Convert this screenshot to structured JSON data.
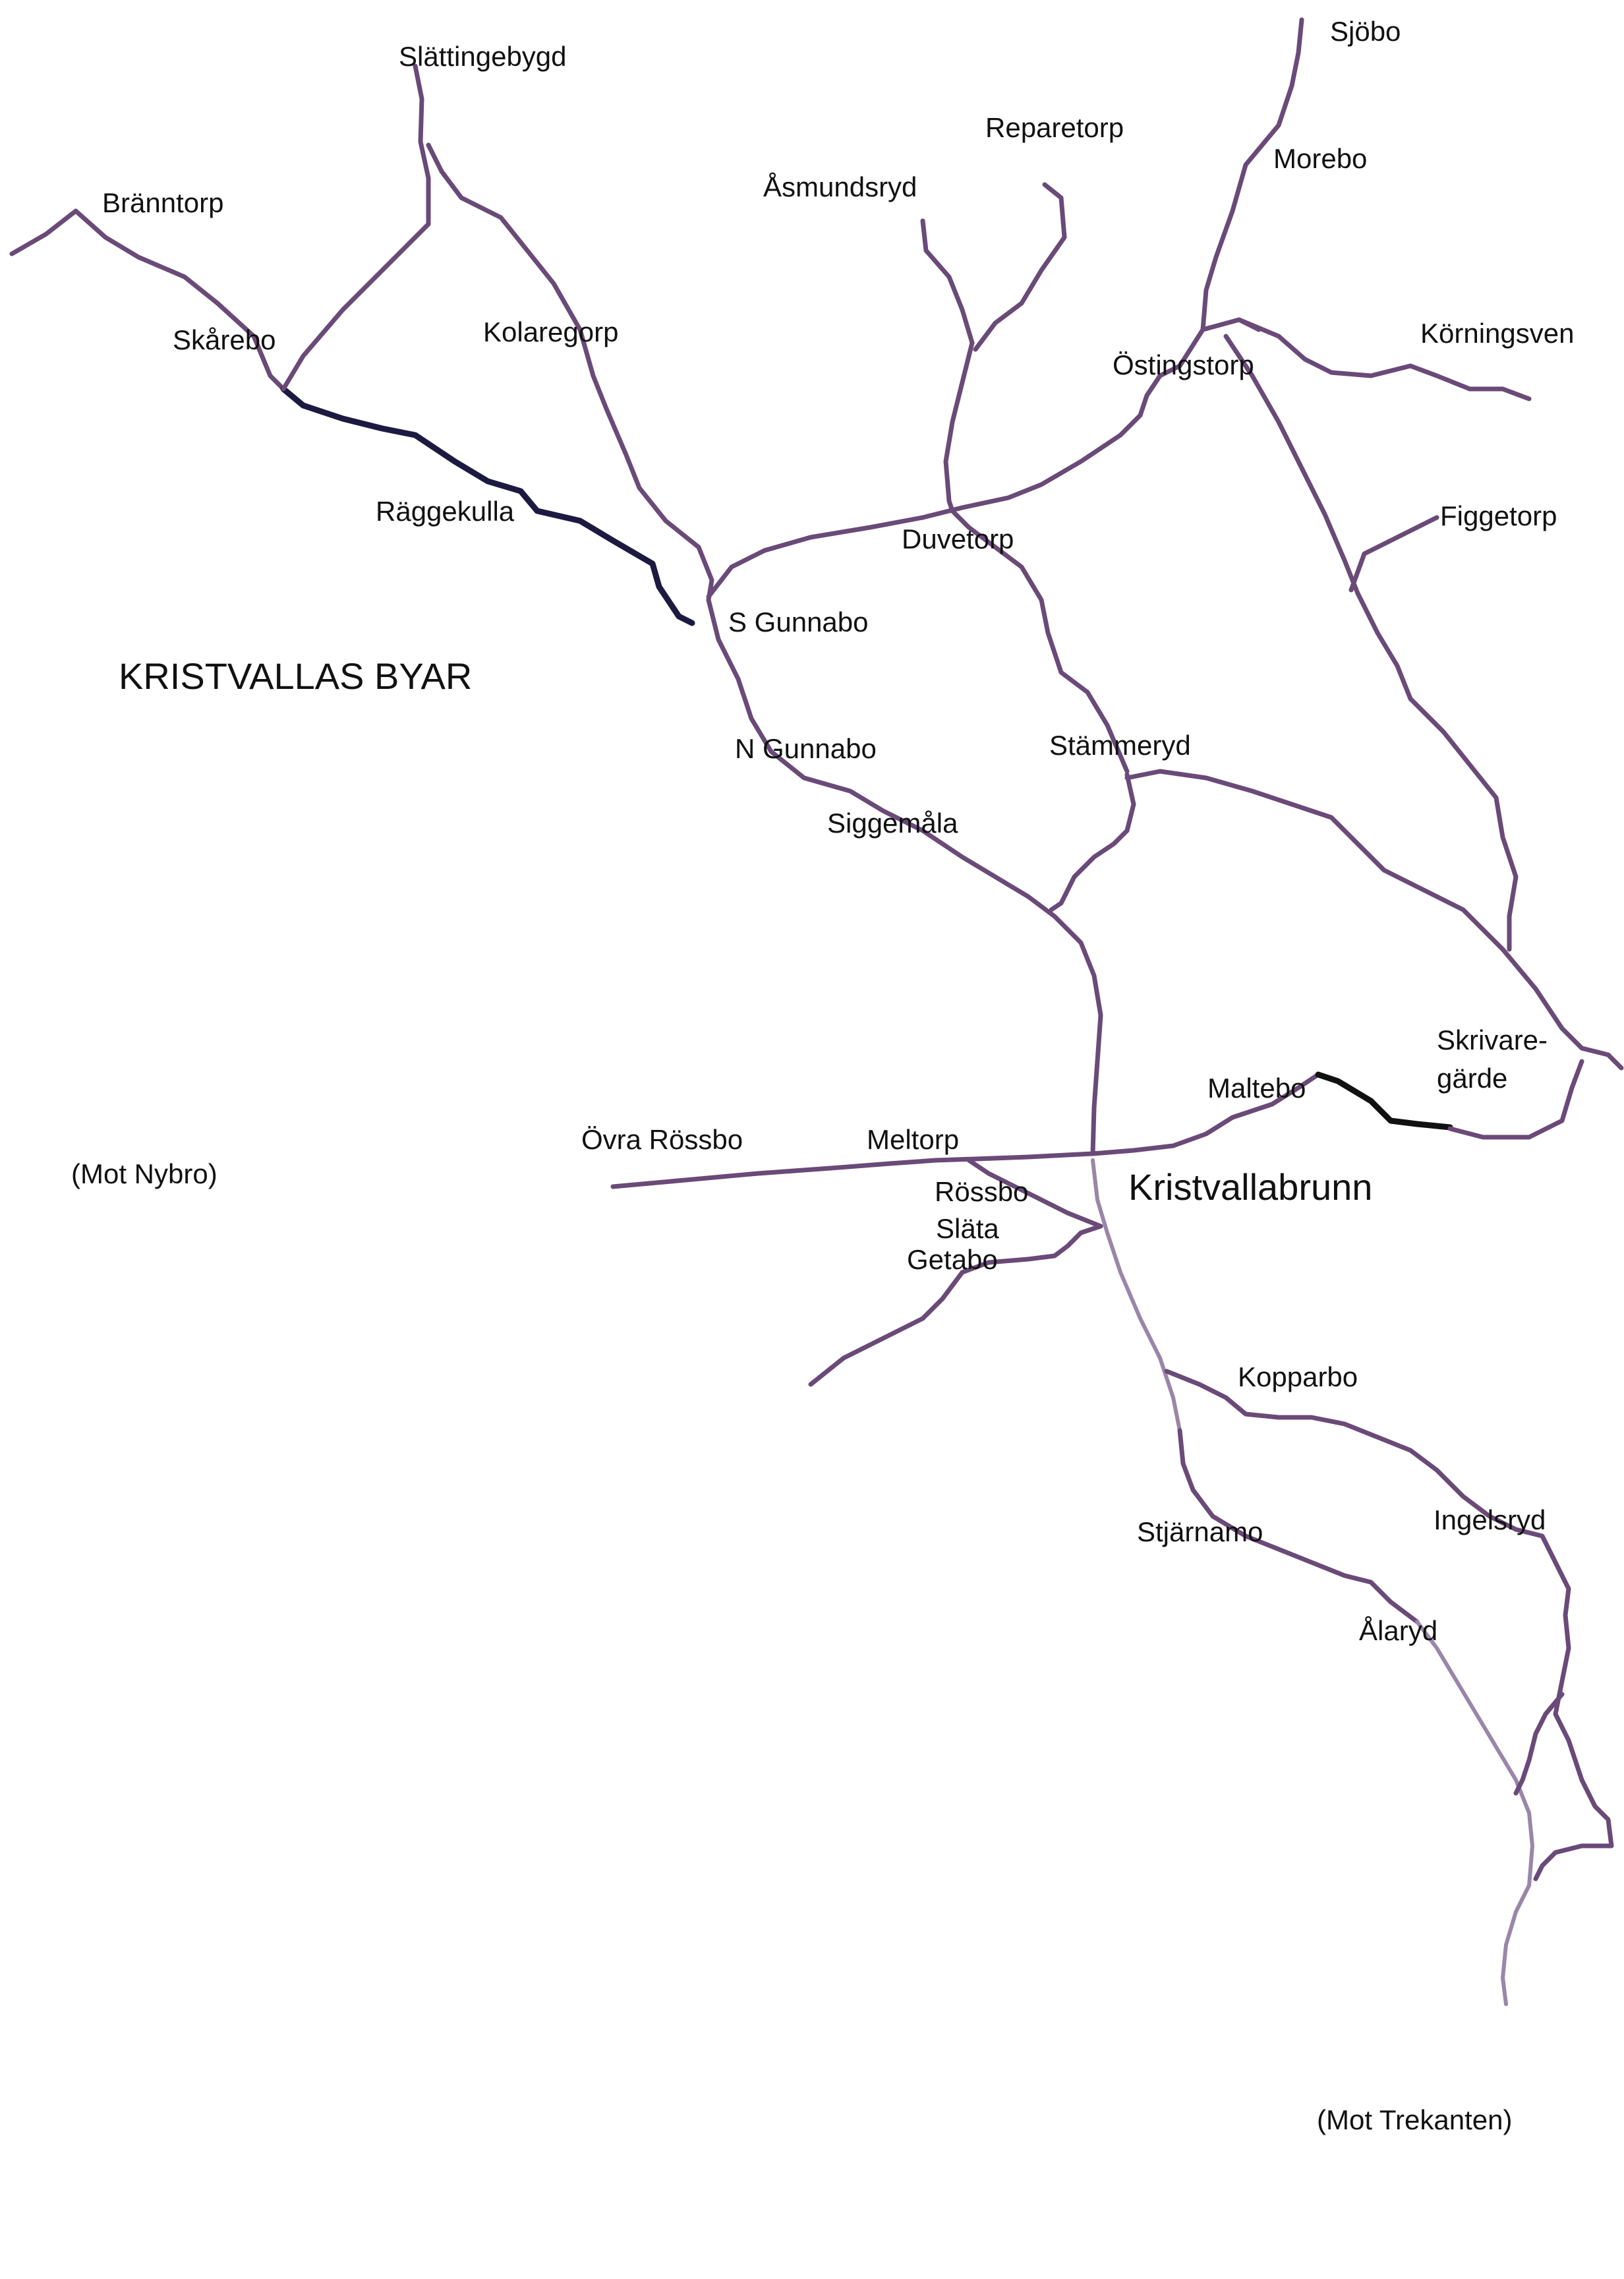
{
  "map": {
    "title": "KRISTVALLAS BYAR",
    "center_label": "Kristvallabrunn",
    "directions": [
      "(Mot Nybro)",
      "(Mot Trekanten)"
    ],
    "villages": [
      "Slättingebygd",
      "Bränntorp",
      "Skårebo",
      "Kolaregorp",
      "Räggekulla",
      "Åsmundsryd",
      "Reparetorp",
      "Sjöbo",
      "Morebo",
      "Östingstorp",
      "Körningsven",
      "Figgetorp",
      "Duvetorp",
      "S Gunnabo",
      "N Gunnabo",
      "Siggemåla",
      "Stämmeryd",
      "Skrivare-",
      "gärde",
      "Maltebo",
      "Övra Rössbo",
      "Meltorp",
      "Rössbo",
      "Släta",
      "Getabo",
      "Kopparbo",
      "Stjärnamo",
      "Ingelsryd",
      "Ålaryd"
    ],
    "colors": {
      "road": "#6a4a78",
      "road_light": "#9a86a8",
      "road_dark": "#1c1a40",
      "road_black": "#111111"
    }
  }
}
